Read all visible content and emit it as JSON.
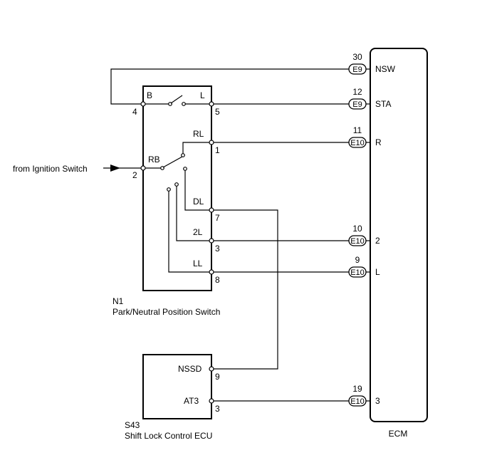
{
  "external_input": "from Ignition Switch",
  "input_pin": "2",
  "ecm": {
    "label": "ECM"
  },
  "n1": {
    "code": "N1",
    "name": "Park/Neutral Position Switch",
    "terminals": [
      {
        "label": "B",
        "pin": "4"
      },
      {
        "label": "L",
        "pin": "5"
      },
      {
        "label": "RL",
        "pin": "1"
      },
      {
        "label": "RB",
        "pin": "2"
      },
      {
        "label": "DL",
        "pin": "7"
      },
      {
        "label": "2L",
        "pin": "3"
      },
      {
        "label": "LL",
        "pin": "8"
      }
    ]
  },
  "s43": {
    "code": "S43",
    "name": "Shift Lock Control ECU",
    "terminals": [
      {
        "label": "NSSD",
        "pin": "9"
      },
      {
        "label": "AT3",
        "pin": "3"
      }
    ]
  },
  "ecm_connections": [
    {
      "pin": "30",
      "connector": "E9",
      "signal": "NSW"
    },
    {
      "pin": "12",
      "connector": "E9",
      "signal": "STA"
    },
    {
      "pin": "11",
      "connector": "E10",
      "signal": "R"
    },
    {
      "pin": "10",
      "connector": "E10",
      "signal": "2"
    },
    {
      "pin": "9",
      "connector": "E10",
      "signal": "L"
    },
    {
      "pin": "19",
      "connector": "E10",
      "signal": "3"
    }
  ]
}
